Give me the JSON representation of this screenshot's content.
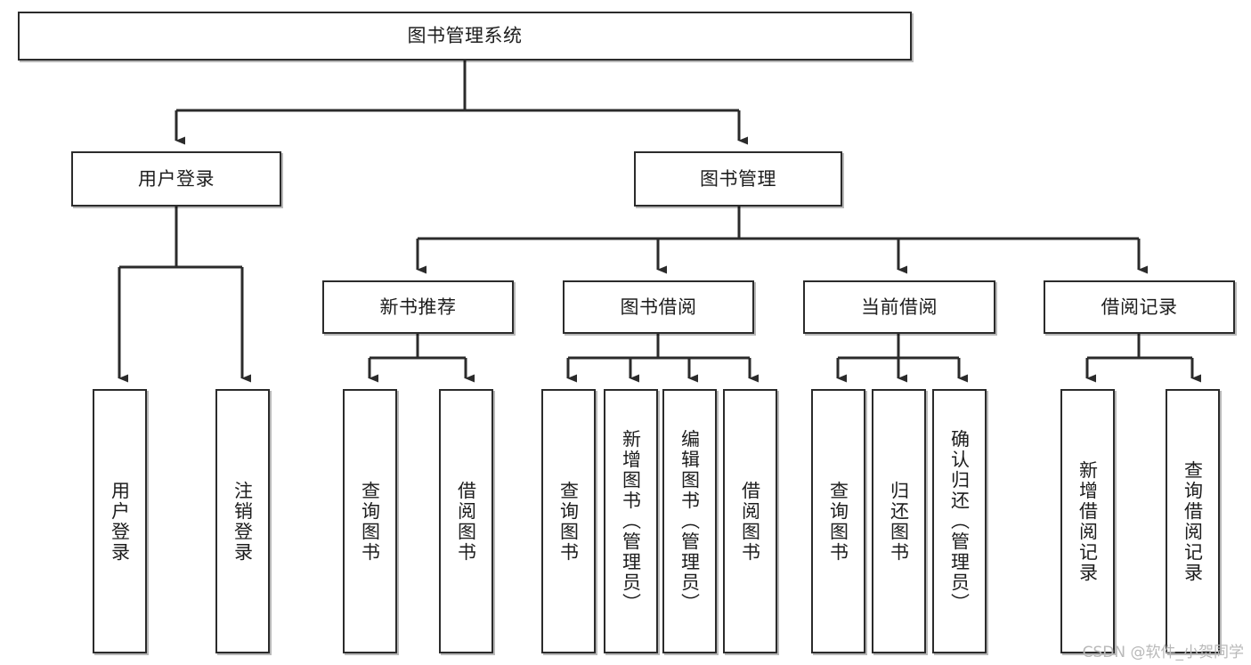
{
  "diagram": {
    "type": "hierarchy-tree",
    "title": "图书管理系统",
    "orientation": "top-down",
    "colors": {
      "box_border": "#2b2b2b",
      "box_fill": "#ffffff",
      "connector": "#2b2b2b",
      "text": "#1d1d1d",
      "watermark": "#b9b9b9",
      "background": "#ffffff"
    },
    "root": {
      "label": "图书管理系统"
    },
    "level2": [
      {
        "label": "用户登录"
      },
      {
        "label": "图书管理"
      }
    ],
    "level3": [
      {
        "label": "新书推荐"
      },
      {
        "label": "图书借阅"
      },
      {
        "label": "当前借阅"
      },
      {
        "label": "借阅记录"
      }
    ],
    "leaves": {
      "user_login": [
        {
          "label": "用户登录"
        },
        {
          "label": "注销登录"
        }
      ],
      "new_book_recommend": [
        {
          "label": "查询图书"
        },
        {
          "label": "借阅图书"
        }
      ],
      "book_borrow": [
        {
          "label": "查询图书"
        },
        {
          "label": "新增图书（管理员）"
        },
        {
          "label": "编辑图书（管理员）"
        },
        {
          "label": "借阅图书"
        }
      ],
      "current_borrow": [
        {
          "label": "查询图书"
        },
        {
          "label": "归还图书"
        },
        {
          "label": "确认归还（管理员）"
        }
      ],
      "borrow_record": [
        {
          "label": "新增借阅记录"
        },
        {
          "label": "查询借阅记录"
        }
      ]
    }
  },
  "watermark": {
    "text": "CSDN @软件_小贺同学"
  }
}
